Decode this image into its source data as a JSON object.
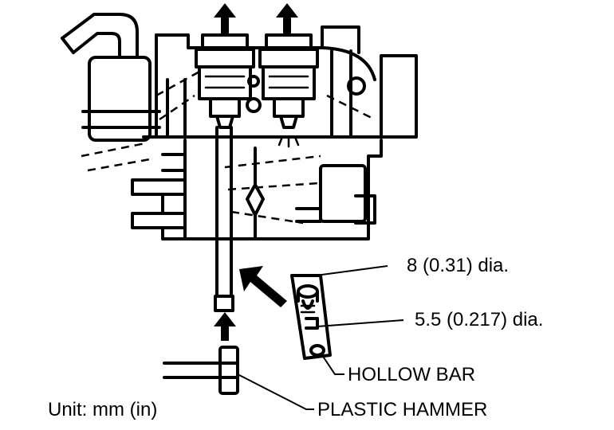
{
  "labels": {
    "dim_outer": "8 (0.31) dia.",
    "dim_inner": "5.5 (0.217) dia.",
    "hollow_bar": "HOLLOW BAR",
    "plastic_hammer": "PLASTIC HAMMER",
    "unit": "Unit: mm (in)"
  }
}
